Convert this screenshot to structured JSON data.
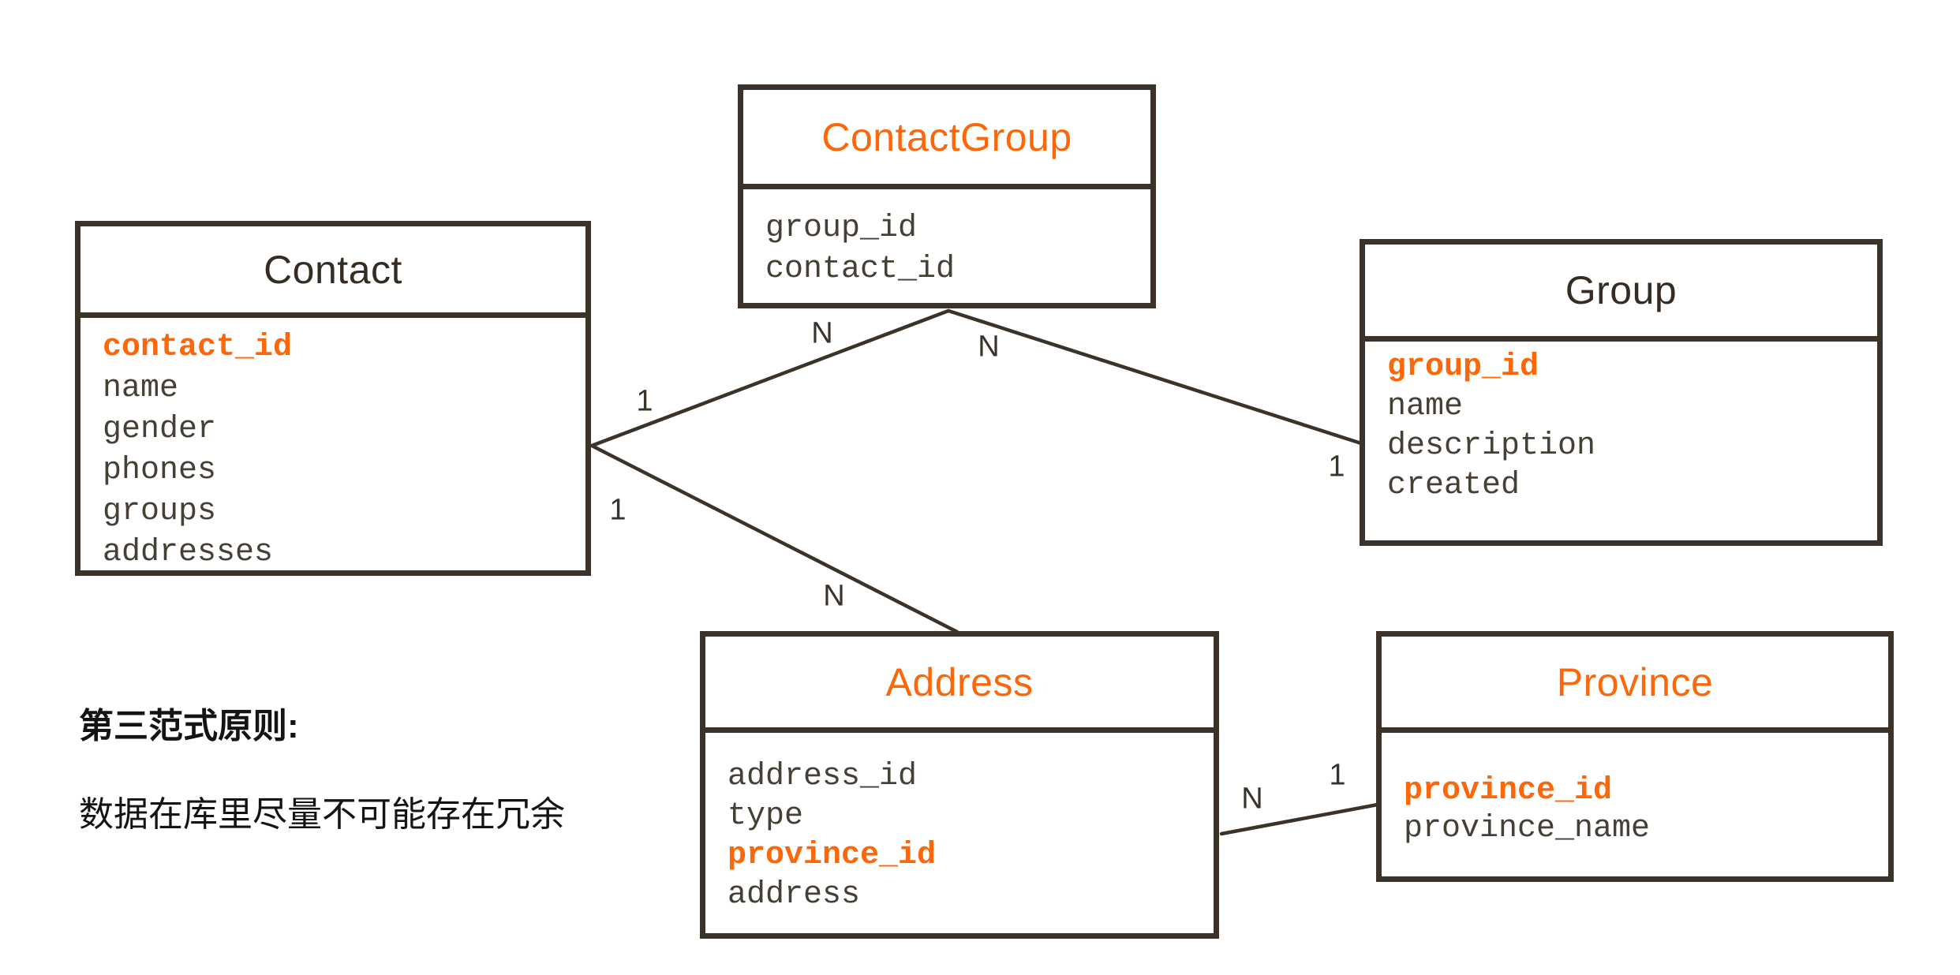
{
  "diagram_type": "entity-relationship",
  "colors": {
    "accent_orange": "#fb6709",
    "line_dark": "#3b332a",
    "attribute_text": "#463f35",
    "dark_title_text": "#352d24",
    "note_text": "#141414",
    "background": "#ffffff"
  },
  "note": {
    "heading": "第三范式原则:",
    "body": "数据在库里尽量不可能存在冗余"
  },
  "entities": [
    {
      "id": "contactgroup",
      "title": "ContactGroup",
      "title_color": "accent",
      "attributes": [
        {
          "name": "group_id",
          "key": false
        },
        {
          "name": "contact_id",
          "key": false
        }
      ]
    },
    {
      "id": "contact",
      "title": "Contact",
      "title_color": "dark",
      "attributes": [
        {
          "name": "contact_id",
          "key": true
        },
        {
          "name": "name",
          "key": false
        },
        {
          "name": "gender",
          "key": false
        },
        {
          "name": "phones",
          "key": false
        },
        {
          "name": "groups",
          "key": false
        },
        {
          "name": "addresses",
          "key": false
        }
      ]
    },
    {
      "id": "group",
      "title": "Group",
      "title_color": "dark",
      "attributes": [
        {
          "name": "group_id",
          "key": true
        },
        {
          "name": "name",
          "key": false
        },
        {
          "name": "description",
          "key": false
        },
        {
          "name": "created",
          "key": false
        }
      ]
    },
    {
      "id": "address",
      "title": "Address",
      "title_color": "accent",
      "attributes": [
        {
          "name": "address_id",
          "key": false
        },
        {
          "name": "type",
          "key": false
        },
        {
          "name": "province_id",
          "key": true
        },
        {
          "name": "address",
          "key": false
        }
      ]
    },
    {
      "id": "province",
      "title": "Province",
      "title_color": "accent",
      "attributes": [
        {
          "name": "province_id",
          "key": true
        },
        {
          "name": "province_name",
          "key": false
        }
      ]
    }
  ],
  "relationships": [
    {
      "from": "Contact",
      "to": "ContactGroup",
      "from_card": "1",
      "to_card": "N"
    },
    {
      "from": "Group",
      "to": "ContactGroup",
      "from_card": "1",
      "to_card": "N"
    },
    {
      "from": "Contact",
      "to": "Address",
      "from_card": "1",
      "to_card": "N"
    },
    {
      "from": "Province",
      "to": "Address",
      "from_card": "1",
      "to_card": "N"
    }
  ]
}
